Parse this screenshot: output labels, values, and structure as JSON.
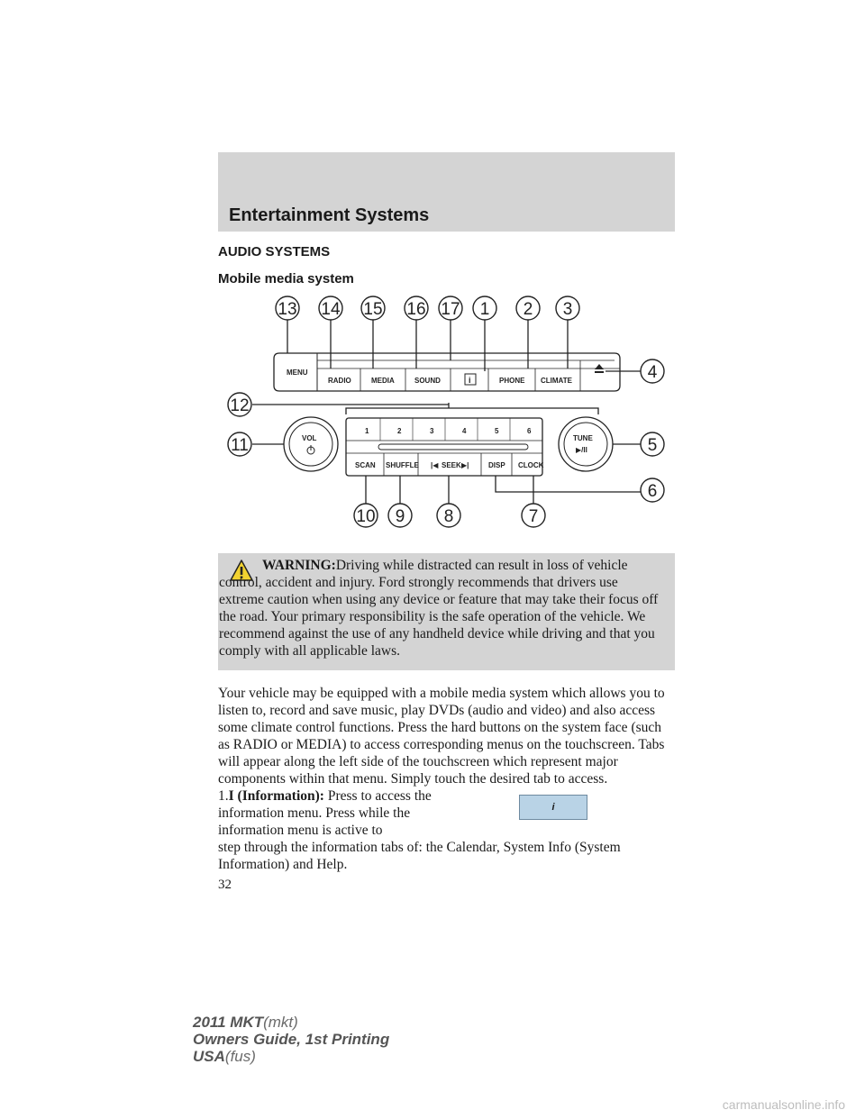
{
  "header": {
    "title": "Entertainment Systems"
  },
  "section_title": "AUDIO SYSTEMS",
  "subsection_title": "Mobile media system",
  "diagram": {
    "callouts": {
      "c13": "13",
      "c14": "14",
      "c15": "15",
      "c16": "16",
      "c17": "17",
      "c1": "1",
      "c2": "2",
      "c3": "3",
      "c4": "4",
      "c5": "5",
      "c6": "6",
      "c7": "7",
      "c8": "8",
      "c9": "9",
      "c10": "10",
      "c11": "11",
      "c12": "12"
    },
    "buttons": {
      "menu": "MENU",
      "radio": "RADIO",
      "media": "MEDIA",
      "sound": "SOUND",
      "phone": "PHONE",
      "climate": "CLIMATE",
      "vol": "VOL",
      "tune": "TUNE",
      "scan": "SCAN",
      "shuffle": "SHUFFLE",
      "seek": "SEEK",
      "disp": "DISP",
      "clock": "CLOCK",
      "preset1": "1",
      "preset2": "2",
      "preset3": "3",
      "preset4": "4",
      "preset5": "5",
      "preset6": "6"
    }
  },
  "warning": {
    "label": "WARNING:",
    "text": "Driving while distracted can result in loss of vehicle control, accident and injury. Ford strongly recommends that drivers use extreme caution when using any device or feature that may take their focus off the road. Your primary responsibility is the safe operation of the vehicle. We recommend against the use of any handheld device while driving and that you comply with all applicable laws."
  },
  "body_paragraph": "Your vehicle may be equipped with a mobile media system which allows you to listen to, record and save music, play DVDs (audio and video) and also access some climate control functions. Press the hard buttons on the system face (such as RADIO or MEDIA) to access corresponding menus on the touchscreen. Tabs will appear along the left side of the touchscreen which represent major components within that menu. Simply touch the desired tab to access.",
  "item1": {
    "number": "1.",
    "term": "I (Information):",
    "text_first": "Press to access the information menu. Press while the information menu is active to",
    "text_rest": "step through the information tabs of: the Calendar, System Info (System Information) and Help.",
    "button_label": "i"
  },
  "page_number": "32",
  "footer": {
    "model": "2011 MKT",
    "model_code": "(mkt)",
    "guide": "Owners Guide, 1st Printing",
    "region": "USA",
    "region_code": "(fus)"
  },
  "watermark": "carmanualsonline.info",
  "colors": {
    "band": "#d4d4d4",
    "info_button": "#b9d3e6"
  }
}
